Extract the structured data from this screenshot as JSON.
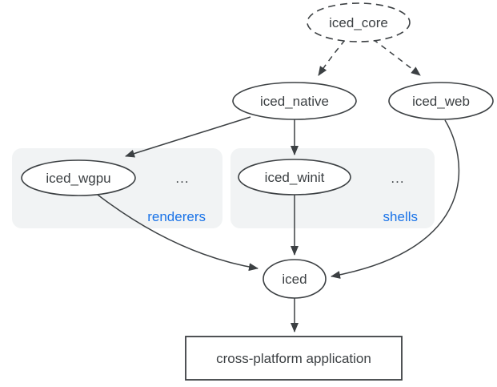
{
  "diagram": {
    "nodes": {
      "iced_core": {
        "label": "iced_core",
        "shape": "ellipse",
        "border": "dashed"
      },
      "iced_native": {
        "label": "iced_native",
        "shape": "ellipse",
        "border": "solid"
      },
      "iced_web": {
        "label": "iced_web",
        "shape": "ellipse",
        "border": "solid"
      },
      "iced_wgpu": {
        "label": "iced_wgpu",
        "shape": "ellipse",
        "border": "solid",
        "group": "renderers"
      },
      "iced_winit": {
        "label": "iced_winit",
        "shape": "ellipse",
        "border": "solid",
        "group": "shells"
      },
      "iced": {
        "label": "iced",
        "shape": "ellipse",
        "border": "solid"
      },
      "app": {
        "label": "cross-platform application",
        "shape": "rect",
        "border": "solid"
      }
    },
    "groups": {
      "renderers": {
        "label": "renderers",
        "ellipsis": "..."
      },
      "shells": {
        "label": "shells",
        "ellipsis": "..."
      }
    },
    "edges": [
      {
        "from": "iced_core",
        "to": "iced_native",
        "style": "dashed"
      },
      {
        "from": "iced_core",
        "to": "iced_web",
        "style": "dashed"
      },
      {
        "from": "iced_native",
        "to": "iced_wgpu",
        "style": "solid"
      },
      {
        "from": "iced_native",
        "to": "iced_winit",
        "style": "solid"
      },
      {
        "from": "iced_wgpu",
        "to": "iced",
        "style": "solid"
      },
      {
        "from": "iced_winit",
        "to": "iced",
        "style": "solid"
      },
      {
        "from": "iced_web",
        "to": "iced",
        "style": "solid"
      },
      {
        "from": "iced",
        "to": "app",
        "style": "solid"
      }
    ],
    "colors": {
      "stroke": "#3c4043",
      "text": "#3c4043",
      "accent_blue": "#1a73e8",
      "group_fill": "#f1f3f4",
      "background": "#ffffff"
    }
  }
}
